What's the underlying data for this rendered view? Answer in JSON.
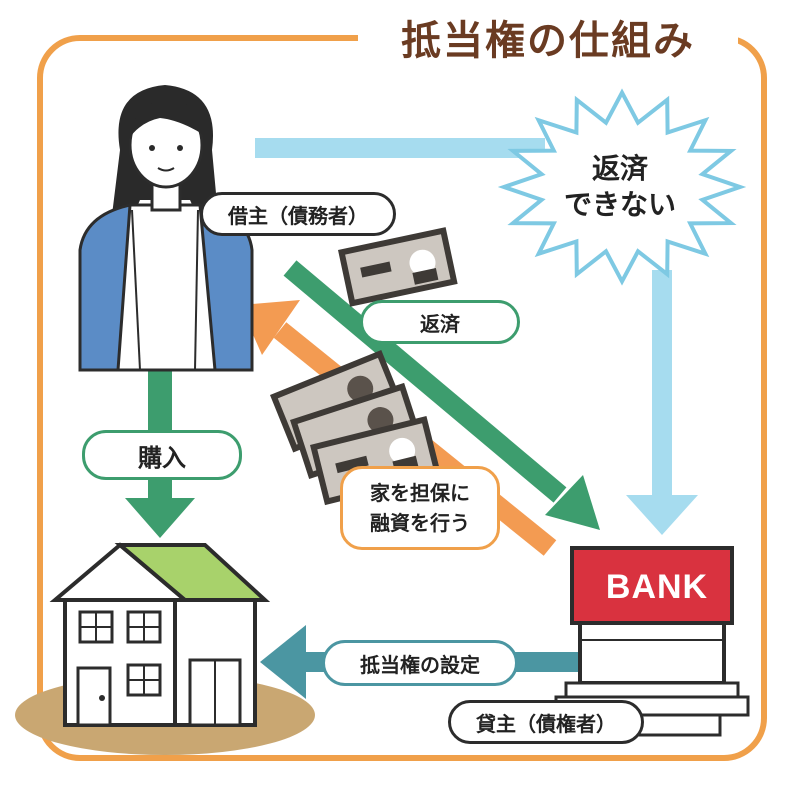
{
  "title": "抵当権の仕組み",
  "labels": {
    "cannot_repay": [
      "返済",
      "できない"
    ],
    "debtor": "借主（債務者）",
    "repayment": "返済",
    "purchase": "購入",
    "loan_collateral": [
      "家を担保に",
      "融資を行う"
    ],
    "mortgage_setting": "抵当権の設定",
    "creditor": "貸主（債権者）",
    "bank_sign": "BANK"
  },
  "colors": {
    "frame_orange": "#f0a04a",
    "title_brown": "#6a3b22",
    "arrow_light_blue": "#a6dcef",
    "arrow_green": "#3d9d6e",
    "arrow_orange": "#f39b52",
    "arrow_teal": "#4b96a2",
    "bank_red": "#d9323f",
    "person_jacket": "#5b8cc6",
    "house_roof": "#a8d26b",
    "ground": "#c9a772"
  },
  "icons": [
    "person-icon",
    "bank-building-icon",
    "house-icon",
    "banknote-icon",
    "burst-icon"
  ]
}
